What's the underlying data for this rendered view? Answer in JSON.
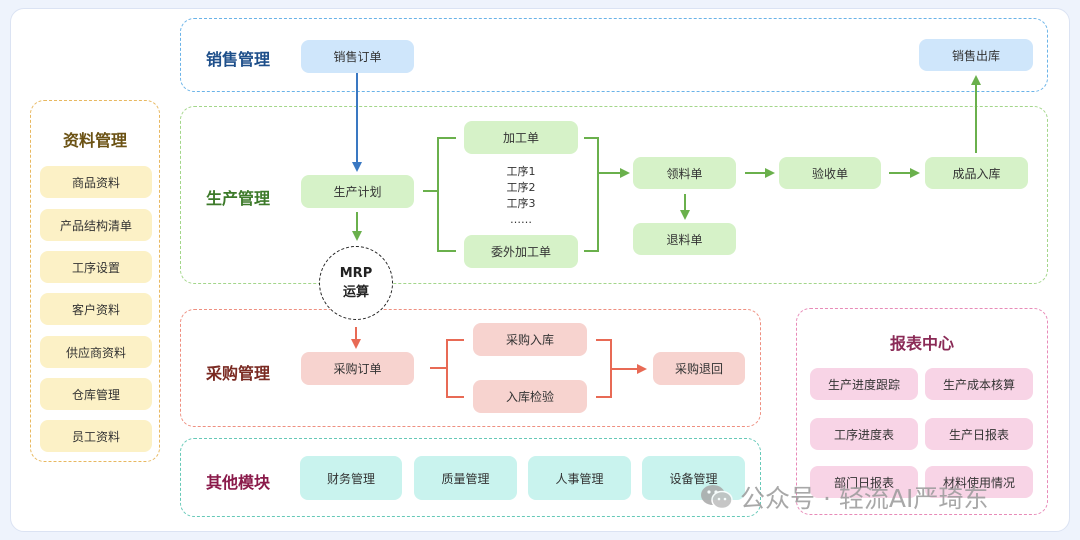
{
  "sales": {
    "title": "销售管理",
    "order": "销售订单",
    "outbound": "销售出库"
  },
  "production": {
    "title": "生产管理",
    "plan": "生产计划",
    "process_order": "加工单",
    "steps": [
      "工序1",
      "工序2",
      "工序3",
      "……"
    ],
    "outsource_order": "委外加工单",
    "material_requisition": "领料单",
    "material_return": "退料单",
    "acceptance": "验收单",
    "finished_storage": "成品入库"
  },
  "mrp": {
    "line1": "MRP",
    "line2": "运算"
  },
  "purchase": {
    "title": "采购管理",
    "order": "采购订单",
    "storage": "采购入库",
    "inspection": "入库检验",
    "return": "采购退回"
  },
  "master_data": {
    "title": "资料管理",
    "items": [
      "商品资料",
      "产品结构清单",
      "工序设置",
      "客户资料",
      "供应商资料",
      "仓库管理",
      "员工资料"
    ]
  },
  "reports": {
    "title": "报表中心",
    "items": [
      "生产进度跟踪",
      "生产成本核算",
      "工序进度表",
      "生产日报表",
      "部门日报表",
      "材料使用情况"
    ]
  },
  "other": {
    "title": "其他模块",
    "items": [
      "财务管理",
      "质量管理",
      "人事管理",
      "设备管理"
    ]
  },
  "watermark": "公众号 · 轻流AI严琦东",
  "colors": {
    "sales_border": "#6ab3e8",
    "sales_title": "#1e4f8a",
    "production_border": "#a3d68a",
    "production_title": "#3d7a2a",
    "purchase_border": "#ee8f80",
    "purchase_title": "#7a2a22",
    "master_border": "#e8b860",
    "master_title": "#6b5214",
    "report_border": "#e88ab8",
    "report_title": "#8a2a56",
    "other_border": "#66c9b8",
    "other_title": "#8a1a4a",
    "blue_arrow": "#3a78c2",
    "green_arrow": "#6ab04c",
    "red_arrow": "#e86a55"
  }
}
